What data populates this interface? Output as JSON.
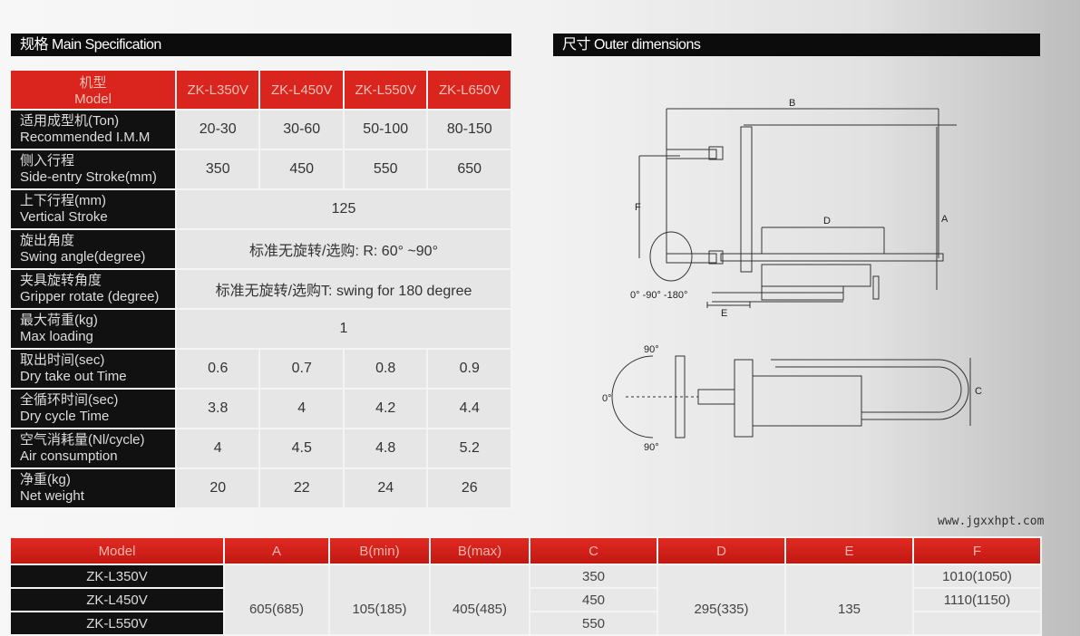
{
  "main_spec": {
    "title": "规格 Main Specification",
    "header": {
      "label_cn": "机型",
      "label_en": "Model",
      "models": [
        "ZK-L350V",
        "ZK-L450V",
        "ZK-L550V",
        "ZK-L650V"
      ]
    },
    "rows": [
      {
        "cn": "适用成型机(Ton)",
        "en": "Recommended I.M.M",
        "values": [
          "20-30",
          "30-60",
          "50-100",
          "80-150"
        ]
      },
      {
        "cn": "侧入行程",
        "en": "Side-entry Stroke(mm)",
        "values": [
          "350",
          "450",
          "550",
          "650"
        ]
      },
      {
        "cn": "上下行程(mm)",
        "en": "Vertical Stroke",
        "merged": "125"
      },
      {
        "cn": "旋出角度",
        "en": "Swing angle(degree)",
        "merged": "标准无旋转/选购: R: 60° ~90°"
      },
      {
        "cn": "夹具旋转角度",
        "en": "Gripper rotate (degree)",
        "merged": "标准无旋转/选购T: swing for 180 degree"
      },
      {
        "cn": "最大荷重(kg)",
        "en": "Max loading",
        "merged": "1"
      },
      {
        "cn": "取出时间(sec)",
        "en": "Dry take out Time",
        "values": [
          "0.6",
          "0.7",
          "0.8",
          "0.9"
        ]
      },
      {
        "cn": "全循环时间(sec)",
        "en": "Dry cycle Time",
        "values": [
          "3.8",
          "4",
          "4.2",
          "4.4"
        ]
      },
      {
        "cn": "空气消耗量(Nl/cycle)",
        "en": "Air consumption",
        "values": [
          "4",
          "4.5",
          "4.8",
          "5.2"
        ]
      },
      {
        "cn": "净重(kg)",
        "en": "Net weight",
        "values": [
          "20",
          "22",
          "24",
          "26"
        ]
      }
    ]
  },
  "outer": {
    "title": "尺寸  Outer dimensions",
    "labels": {
      "a": "A",
      "b": "B",
      "c": "C",
      "d": "D",
      "e": "E",
      "f": "F",
      "angles": "0°  -90°  -180°",
      "deg90": "90°",
      "deg0": "0°"
    }
  },
  "dim_table": {
    "headers": [
      "Model",
      "A",
      "B(min)",
      "B(max)",
      "C",
      "D",
      "E",
      "F"
    ],
    "models": [
      "ZK-L350V",
      "ZK-L450V",
      "ZK-L550V"
    ],
    "a": "605(685)",
    "bmin": "105(185)",
    "bmax": "405(485)",
    "c": [
      "350",
      "450",
      "550"
    ],
    "d": "295(335)",
    "e": "135",
    "f": [
      "1010(1050)",
      "1110(1150)"
    ]
  },
  "watermark": "www.jgxxhpt.com"
}
